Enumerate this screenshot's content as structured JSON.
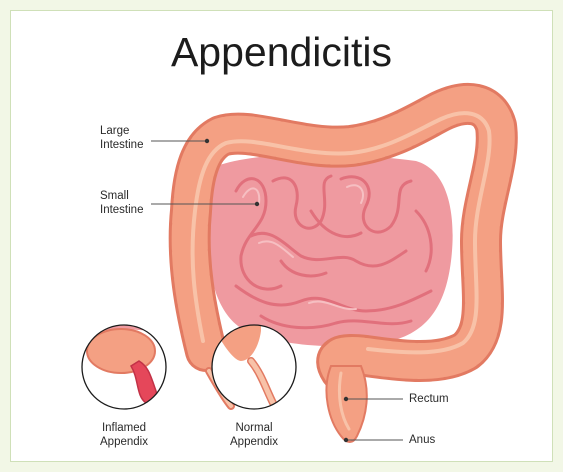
{
  "title": "Appendicitis",
  "labels": {
    "large_intestine": [
      "Large",
      "Intestine"
    ],
    "small_intestine": [
      "Small",
      "Intestine"
    ],
    "rectum": "Rectum",
    "anus": "Anus",
    "inflamed_appendix": [
      "Inflamed",
      "Appendix"
    ],
    "normal_appendix": [
      "Normal",
      "Appendix"
    ]
  },
  "colors": {
    "intestine": "#f4a083",
    "intestine_shadow": "#e27a62",
    "intestine_light": "#f8c2a8",
    "small_intestine": "#ef9aa0",
    "small_intestine_dark": "#e1707c",
    "inflamed": "#e5475a",
    "leader_line": "#555555"
  }
}
